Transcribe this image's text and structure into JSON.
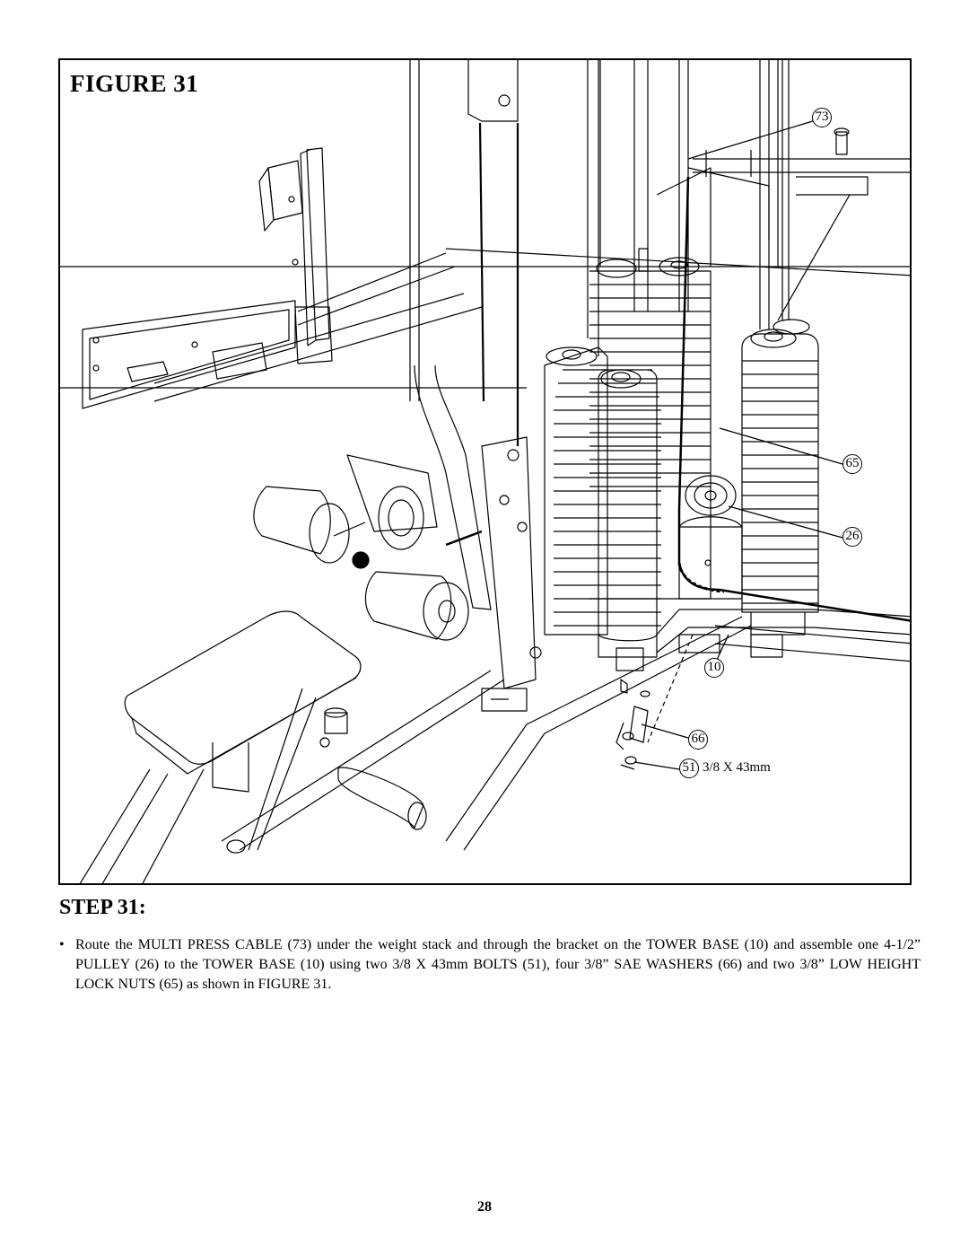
{
  "figure": {
    "title": "FIGURE 31",
    "callouts": [
      {
        "id": "73",
        "label": "73"
      },
      {
        "id": "65",
        "label": "65"
      },
      {
        "id": "26",
        "label": "26"
      },
      {
        "id": "10",
        "label": "10"
      },
      {
        "id": "66",
        "label": "66"
      },
      {
        "id": "51",
        "label": "51",
        "note": "3/8 X 43mm"
      }
    ]
  },
  "step": {
    "heading": "STEP 31:",
    "bullet": "•",
    "text": "Route the MULTI PRESS CABLE (73) under the weight stack and through the bracket on the TOWER BASE (10) and assemble one 4-1/2” PULLEY (26) to the TOWER BASE (10) using two 3/8 X 43mm BOLTS (51), four 3/8” SAE WASHERS (66) and two 3/8” LOW HEIGHT LOCK NUTS (65) as shown in FIGURE 31."
  },
  "page": {
    "number": "28"
  }
}
